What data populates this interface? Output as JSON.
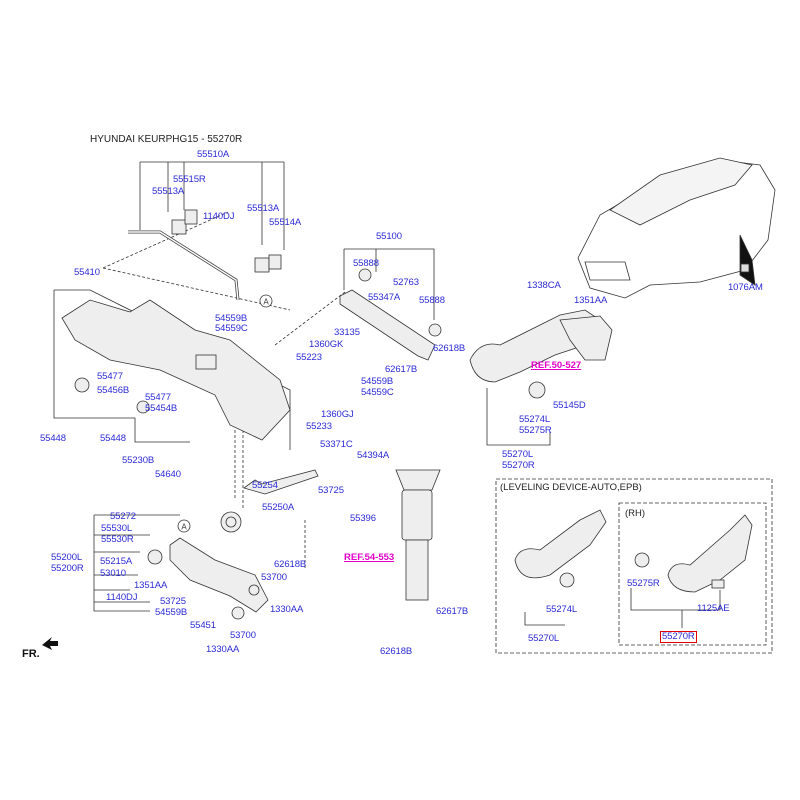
{
  "title": "HYUNDAI KEURPHG15 - 55270R",
  "front_label": "FR.",
  "callout_ref": "A",
  "leveling_box": {
    "title": "(LEVELING DEVICE-AUTO,EPB)",
    "rh": "(RH)"
  },
  "refs": [
    "REF.50-527",
    "REF.54-553"
  ],
  "highlight": "55270R",
  "colors": {
    "label": "#2b2bd6",
    "ref": "#e000c8",
    "highlight": "#e00000"
  },
  "labels": [
    "55510A",
    "55515R",
    "55513A",
    "1140DJ",
    "55513A",
    "55514A",
    "55410",
    "54559B",
    "54559C",
    "55100",
    "55888",
    "52763",
    "55347A",
    "55888",
    "62618B",
    "62617B",
    "33135",
    "1360GK",
    "55223",
    "54559B",
    "54559C",
    "1360GJ",
    "55233",
    "55477",
    "55456B",
    "55477",
    "55454B",
    "55448",
    "55448",
    "55230B",
    "54640",
    "53371C",
    "54394A",
    "53725",
    "55254",
    "55250A",
    "1338CA",
    "1351AA",
    "55145D",
    "55274L",
    "55275R",
    "55270L",
    "55270R",
    "1076AM",
    "55396",
    "62617B",
    "62618B",
    "55275R",
    "55274L",
    "55270L",
    "1125AE",
    "55272",
    "55530L",
    "55530R",
    "55200L",
    "55200R",
    "55215A",
    "53010",
    "1351AA",
    "1140DJ",
    "53725",
    "54559B",
    "62618B",
    "53700",
    "1330AA",
    "55451",
    "53700",
    "1330AA"
  ]
}
